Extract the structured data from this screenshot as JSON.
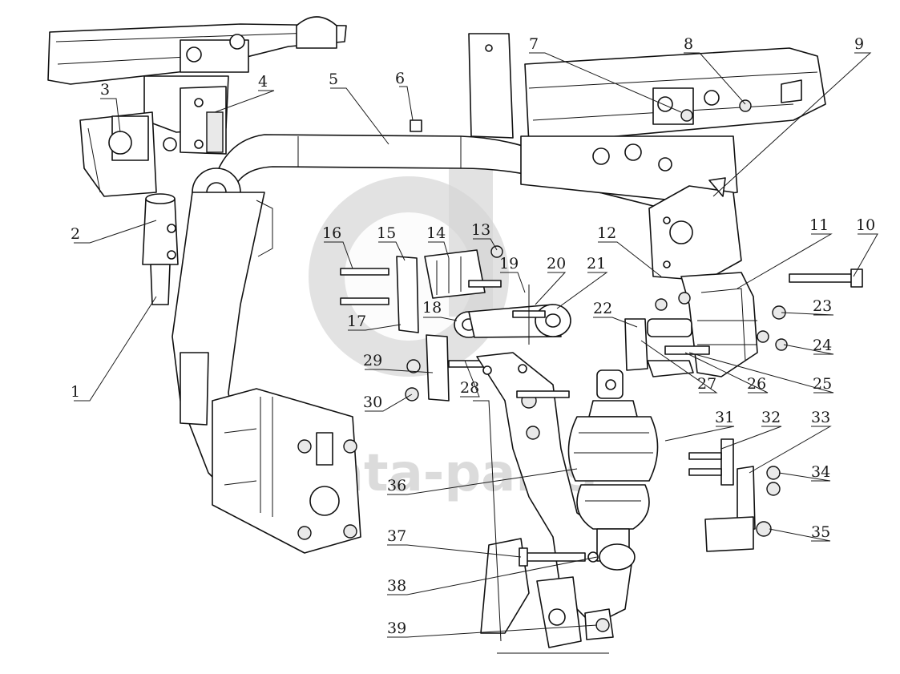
{
  "callouts": [
    {
      "id": "1",
      "label": "1"
    },
    {
      "id": "2",
      "label": "2"
    },
    {
      "id": "3",
      "label": "3"
    },
    {
      "id": "4",
      "label": "4"
    },
    {
      "id": "5",
      "label": "5"
    },
    {
      "id": "6",
      "label": "6"
    },
    {
      "id": "7",
      "label": "7"
    },
    {
      "id": "8",
      "label": "8"
    },
    {
      "id": "9",
      "label": "9"
    },
    {
      "id": "10",
      "label": "10"
    },
    {
      "id": "11",
      "label": "11"
    },
    {
      "id": "12",
      "label": "12"
    },
    {
      "id": "13",
      "label": "13"
    },
    {
      "id": "14",
      "label": "14"
    },
    {
      "id": "15",
      "label": "15"
    },
    {
      "id": "16",
      "label": "16"
    },
    {
      "id": "17",
      "label": "17"
    },
    {
      "id": "18",
      "label": "18"
    },
    {
      "id": "19",
      "label": "19"
    },
    {
      "id": "20",
      "label": "20"
    },
    {
      "id": "21",
      "label": "21"
    },
    {
      "id": "22",
      "label": "22"
    },
    {
      "id": "23",
      "label": "23"
    },
    {
      "id": "24",
      "label": "24"
    },
    {
      "id": "25",
      "label": "25"
    },
    {
      "id": "26",
      "label": "26"
    },
    {
      "id": "27",
      "label": "27"
    },
    {
      "id": "28",
      "label": "28"
    },
    {
      "id": "29",
      "label": "29"
    },
    {
      "id": "30",
      "label": "30"
    },
    {
      "id": "31",
      "label": "31"
    },
    {
      "id": "32",
      "label": "32"
    },
    {
      "id": "33",
      "label": "33"
    },
    {
      "id": "34",
      "label": "34"
    },
    {
      "id": "35",
      "label": "35"
    },
    {
      "id": "36",
      "label": "36"
    },
    {
      "id": "37",
      "label": "37"
    },
    {
      "id": "38",
      "label": "38"
    },
    {
      "id": "39",
      "label": "39"
    }
  ],
  "watermark": {
    "text": "data-parts"
  }
}
